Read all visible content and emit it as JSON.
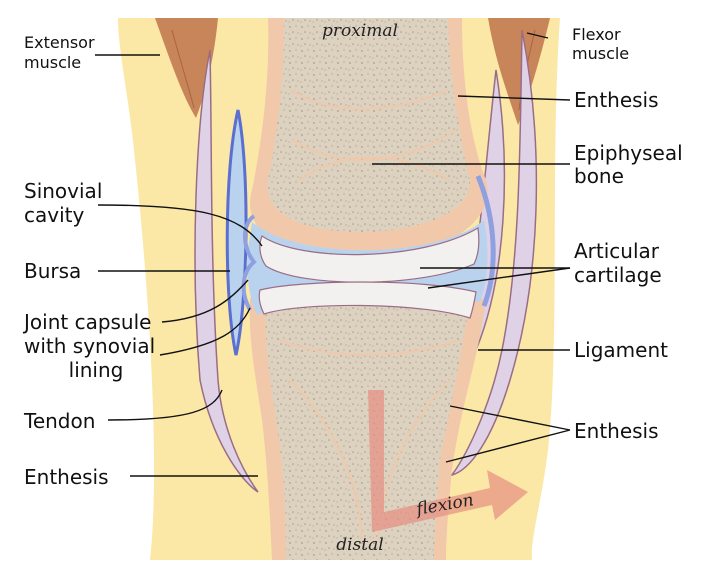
{
  "labels": {
    "proximal": "proximal",
    "distal": "distal",
    "flexion": "flexion",
    "extensor_muscle": [
      "Extensor",
      "muscle"
    ],
    "flexor_muscle": [
      "Flexor",
      "muscle"
    ],
    "enthesis": "Enthesis",
    "epiphyseal_bone": [
      "Epiphyseal",
      "bone"
    ],
    "sinovial_cavity": [
      "Sinovial",
      "cavity"
    ],
    "bursa": "Bursa",
    "articular_cartilage": [
      "Articular",
      "cartilage"
    ],
    "joint_capsule": [
      "Joint capsule",
      "with synovial",
      "lining"
    ],
    "ligament": "Ligament",
    "tendon": "Tendon"
  },
  "colors": {
    "skin": "#fbe8a6",
    "bone_cortex": "#f1c9aa",
    "trabecular": "#ddd1c0",
    "muscle": "#c9855a",
    "tendon": "#dfd2e6",
    "synovial": "#b9d2ee",
    "capsule": "#8fa0e0",
    "cartilage": "#f2f1ef",
    "flexion_arrow": "#e58e82"
  }
}
